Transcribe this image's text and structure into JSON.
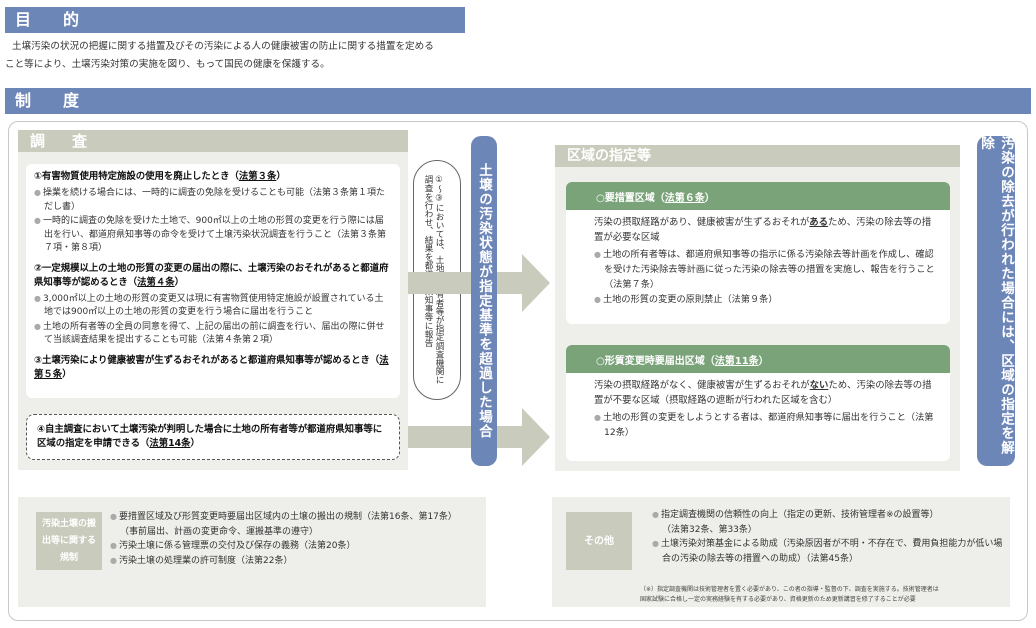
{
  "purpose": {
    "title": "目　的",
    "line1": "土壌汚染の状況の把握に関する措置及びその汚染による人の健康被害の防止に関する措置を定める",
    "line2": "こと等により、土壌汚染対策の実施を図り、もって国民の健康を保護する。"
  },
  "system": {
    "title": "制　度"
  },
  "survey": {
    "title": "調　査",
    "items": [
      {
        "head": "①有害物質使用特定施設の使用を廃止したとき（",
        "law": "法第３条",
        "tail": "）",
        "bullets": [
          "操業を続ける場合には、一時的に調査の免除を受けることも可能（法第３条第１項ただし書）",
          "一時的に調査の免除を受けた土地で、900㎡以上の土地の形質の変更を行う際には届出を行い、都道府県知事等の命令を受けて土壌汚染状況調査を行うこと（法第３条第７項・第８項）"
        ]
      },
      {
        "head": "②一定規模以上の土地の形質の変更の届出の際に、土壌汚染のおそれがあると都道府県知事等が認めるとき（",
        "law": "法第４条",
        "tail": "）",
        "bullets": [
          "3,000㎡以上の土地の形質の変更又は現に有害物質使用特定施設が設置されている土地では900㎡以上の土地の形質の変更を行う場合に届出を行うこと",
          "土地の所有者等の全員の同意を得て、上記の届出の前に調査を行い、届出の際に併せて当該調査結果を提出することも可能（法第４条第２項）"
        ]
      },
      {
        "head": "③土壌汚染により健康被害が生ずるおそれがあると都道府県知事等が認めるとき（",
        "law": "法第５条",
        "tail": "）",
        "bullets": []
      }
    ],
    "item4": {
      "head": "④自主調査において土壌汚染が判明した場合に土地の所有者等が都道府県知事等に区域の指定を申請できる（",
      "law": "法第14条",
      "tail": "）"
    }
  },
  "note_oval": "①～③においては、土地の所有者等が指定調査機関に調査を行わせ、結果を都道府県知事等に報告",
  "exceed_bar": "土壌の汚染状態が指定基準を超過した場合",
  "designation": {
    "title": "区域の指定等",
    "zone1": {
      "name": "○要措置区域（",
      "law": "法第６条",
      "tail": "）",
      "desc_a": "汚染の摂取経路があり、健康被害が生ずるおそれが",
      "desc_em": "ある",
      "desc_b": "ため、汚染の除去等の措置が必要な区域",
      "bullets": [
        "土地の所有者等は、都道府県知事等の指示に係る汚染除去等計画を作成し、確認を受けた汚染除去等計画に従った汚染の除去等の措置を実施し、報告を行うこと（法第７条）",
        "土地の形質の変更の原則禁止（法第９条）"
      ]
    },
    "zone2": {
      "name": "○形質変更時要届出区域（",
      "law": "法第11条",
      "tail": "）",
      "desc_a": "汚染の摂取経路がなく、健康被害が生ずるおそれが",
      "desc_em": "ない",
      "desc_b": "ため、汚染の除去等の措置が不要な区域（摂取経路の遮断が行われた区域を含む）",
      "bullets": [
        "土地の形質の変更をしようとする者は、都道府県知事等に届出を行うこと（法第12条）"
      ]
    }
  },
  "removal_bar": "汚染の除去が行われた場合には、区域の指定を解除",
  "soil_regulation": {
    "label": "汚染土壌の搬出等に関する規制",
    "bullets": [
      "要措置区域及び形質変更時要届出区域内の土壌の搬出の規制（法第16条、第17条）",
      "（事前届出、計画の変更命令、運搬基準の遵守）",
      "汚染土壌に係る管理票の交付及び保存の義務（法第20条）",
      "汚染土壌の処理業の許可制度（法第22条）"
    ]
  },
  "others": {
    "label": "その他",
    "bullets": [
      "指定調査機関の信頼性の向上（指定の更新、技術管理者※の設置等）",
      "（法第32条、第33条）",
      "土壌汚染対策基金による助成（汚染原因者が不明・不存在で、費用負担能力が低い場合の汚染の除去等の措置への助成）（法第45条）"
    ],
    "footnote1": "（※）指定調査機関は技術管理者を置く必要があり、この者の指導・監督の下、調査を実施する。技術管理者は",
    "footnote2": "国家試験に合格し一定の実務経験を有する必要があり、資格更新のため更新講習を修了することが必要"
  },
  "colors": {
    "blue": "#6d86b8",
    "green": "#7aa37a",
    "gray": "#c9cbbd",
    "panel": "#eeeeea"
  }
}
